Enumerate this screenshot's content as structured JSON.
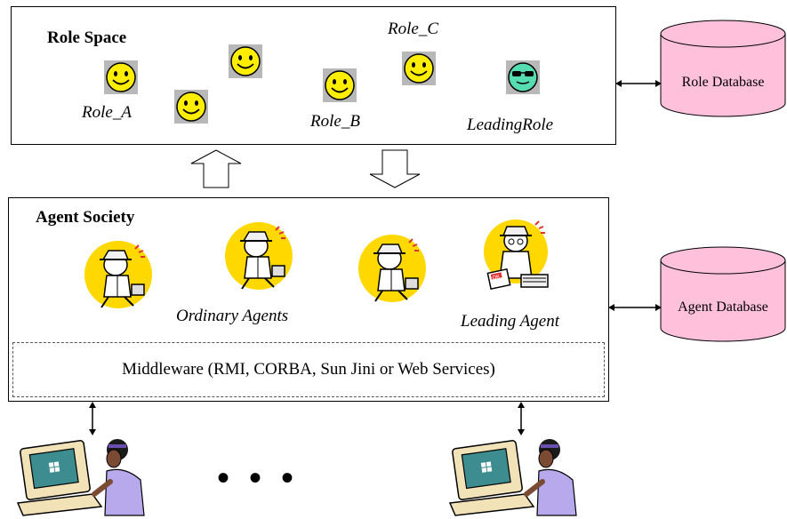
{
  "role_space": {
    "title": "Role Space",
    "roles": [
      "Role_A",
      "Role_B",
      "Role_C",
      "LeadingRole"
    ]
  },
  "agent_society": {
    "title": "Agent Society",
    "ordinary_label": "Ordinary Agents",
    "leading_label": "Leading Agent",
    "middleware": "Middleware (RMI, CORBA, Sun Jini or Web Services)"
  },
  "databases": {
    "role_db": "Role Database",
    "agent_db": "Agent Database"
  },
  "users": {
    "ellipsis": "• • •"
  },
  "colors": {
    "smiley": "#ffee00",
    "leading_role": "#55dcb0",
    "database": "#ffc0dc",
    "agent_circle": "#ffd800"
  }
}
